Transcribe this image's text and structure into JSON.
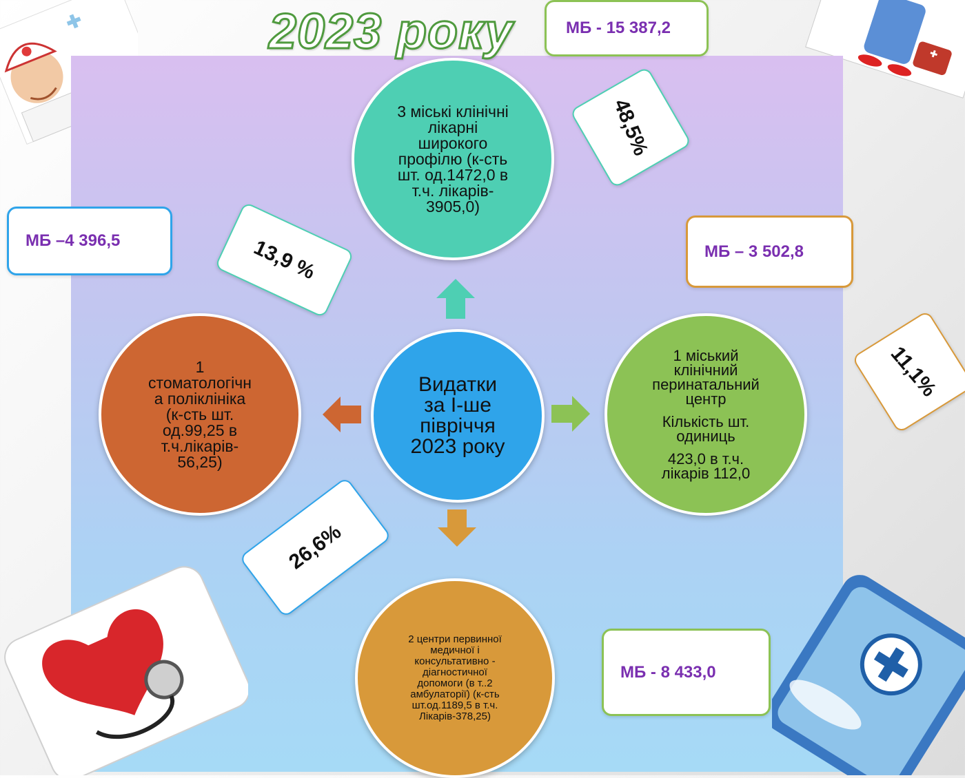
{
  "title": "2023 року",
  "center": {
    "lines": [
      "Видатки",
      "за І-ше",
      "півріччя",
      "2023 року"
    ]
  },
  "top_circle": {
    "lines": [
      "3 міські клінічні",
      "лікарні",
      "широкого",
      "профілю (к-сть",
      "шт. од.1472,0 в",
      "т.ч. лікарів-",
      "3905,0)"
    ]
  },
  "left_circle": {
    "lines": [
      "1",
      "стоматологічн",
      "а поліклініка",
      "(к-сть шт.",
      "од.99,25 в",
      "т.ч.лікарів-",
      "56,25)"
    ]
  },
  "right_circle": {
    "line1": "1 міський",
    "line2": "клінічний",
    "line3": "перинатальний",
    "line4": "центр",
    "line5": "Кількість шт.",
    "line6": "одиниць",
    "line7": "423,0 в т.ч.",
    "line8": "лікарів 112,0"
  },
  "bottom_circle": {
    "lines": [
      "2 центри первинної",
      "медичної і",
      "консультативно -",
      "діагностичної",
      "допомоги  (в т..2",
      "амбулаторії) (к-сть",
      "шт.од.1189,5 в т.ч.",
      "Лікарів-378,25)"
    ]
  },
  "mb_boxes": {
    "top": "МБ -  15 387,2",
    "left": "МБ –4 396,5",
    "right": "МБ – 3 502,8",
    "bottom": "МБ -  8 433,0"
  },
  "percentages": {
    "top": "48,5%",
    "left": "13,9 %",
    "bottom": "26,6%",
    "right": "11,1%"
  },
  "colors": {
    "teal": "#4ecfb3",
    "blue": "#2fa4ea",
    "orange_red": "#cd6632",
    "green": "#8cc255",
    "amber": "#d8993a",
    "purple_text": "#7a2fb0"
  },
  "icons": {
    "top_left": "nurse-illustration",
    "top_right": "doctor-with-bag-illustration",
    "bottom_left": "heart-stethoscope-card",
    "bottom_right": "medical-cross-hand-card"
  }
}
